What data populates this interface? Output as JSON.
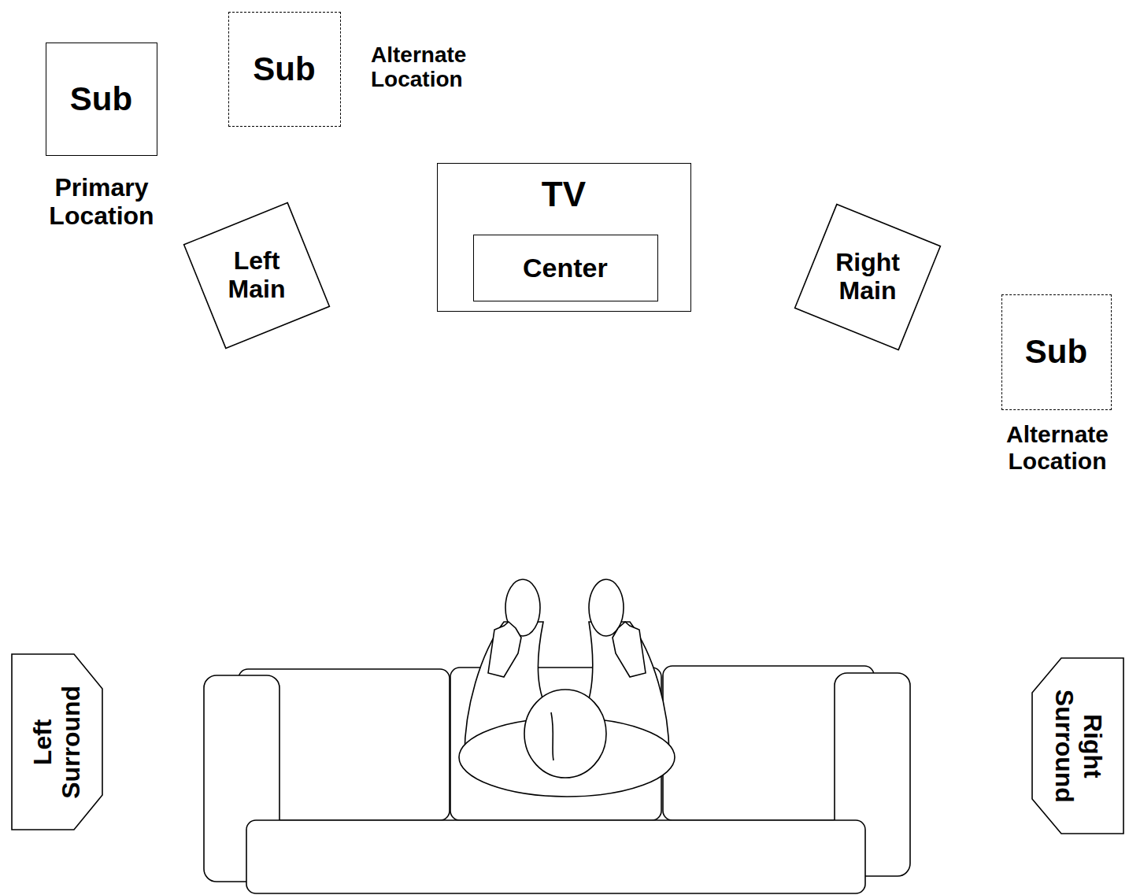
{
  "diagram": {
    "nodes": [
      {
        "text": [
          "Sub",
          "Primary Location"
        ]
      },
      {
        "text": [
          "Sub",
          "Alternate Location"
        ]
      },
      {
        "text": [
          "TV"
        ]
      },
      {
        "text": [
          "Center"
        ],
        "in": 2
      },
      {
        "text": [
          "Left Main"
        ]
      },
      {
        "text": [
          "Right Main"
        ]
      },
      {
        "text": [
          "Sub",
          "Alternate Location"
        ]
      },
      {
        "text": [
          "Left Surround"
        ]
      },
      {
        "text": [
          "Right Surround"
        ]
      }
    ]
  }
}
